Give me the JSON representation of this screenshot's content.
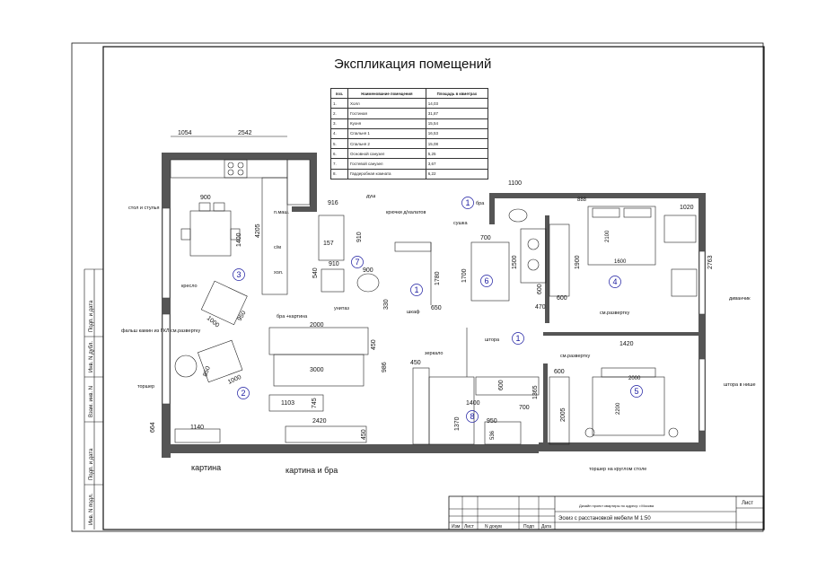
{
  "sheet": {
    "title": "Экспликация помещений",
    "stamp": {
      "project_line": "Дизайн проект квартиры по адресу: г.Москва",
      "sheet_label": "Лист",
      "drawing_title": "Эскиз с расстановкой мебели М 1:50",
      "cols": [
        "Изм",
        "Лист",
        "N докум",
        "Подп",
        "Дата"
      ]
    },
    "side_labels": [
      "Инв. N подл.",
      "Подп. и дата",
      "Взам. инв. N",
      "Инв. N дубл.",
      "Подп. и дата"
    ]
  },
  "explication": {
    "headers": [
      "поз.",
      "Наименование помещения",
      "Площадь в квметрах"
    ],
    "rows": [
      {
        "num": "1.",
        "name": "Холл",
        "area": "14,03"
      },
      {
        "num": "2.",
        "name": "Гостиная",
        "area": "31,87"
      },
      {
        "num": "3.",
        "name": "Кухня",
        "area": "15,54"
      },
      {
        "num": "4.",
        "name": "Спальня 1",
        "area": "16,53"
      },
      {
        "num": "5.",
        "name": "Спальня 2",
        "area": "15,08"
      },
      {
        "num": "6.",
        "name": "Основной санузел",
        "area": "5,25"
      },
      {
        "num": "7.",
        "name": "Гостевой санузел",
        "area": "3,67"
      },
      {
        "num": "8.",
        "name": "Гардеробная комната",
        "area": "6,22"
      }
    ]
  },
  "plan": {
    "room_markers": [
      "1",
      "1",
      "1",
      "2",
      "3",
      "4",
      "5",
      "6",
      "7",
      "8"
    ],
    "dimensions": [
      "1054",
      "2542",
      "900",
      "1400",
      "4205",
      "916",
      "910",
      "157",
      "910",
      "900",
      "540",
      "330",
      "2000",
      "450",
      "3000",
      "986",
      "1103",
      "745",
      "2420",
      "450",
      "1140",
      "664",
      "1780",
      "650",
      "700",
      "1700",
      "1500",
      "1900",
      "600",
      "470",
      "600",
      "1100",
      "888",
      "1020",
      "2100",
      "1600",
      "2763",
      "1420",
      "600",
      "2000",
      "2200",
      "2005",
      "1365",
      "1370",
      "1400",
      "700",
      "600",
      "950",
      "536",
      "450",
      "1000",
      "950",
      "1000",
      "850"
    ],
    "annotations": [
      "стол и стулья",
      "душ",
      "крючки д/халатов",
      "сушка",
      "бра",
      "бра +картина",
      "унитаз",
      "кресло",
      "фальш камин из ГКЛ см.развертку",
      "торшер",
      "картина",
      "картина и бра",
      "шкаф",
      "зеркало",
      "штора",
      "см.развертку",
      "см.развертку",
      "диванчик",
      "шторa в нише",
      "торшер на круглом столе"
    ],
    "appliance_labels": [
      "п.маш.",
      "с/м",
      "хол."
    ]
  }
}
